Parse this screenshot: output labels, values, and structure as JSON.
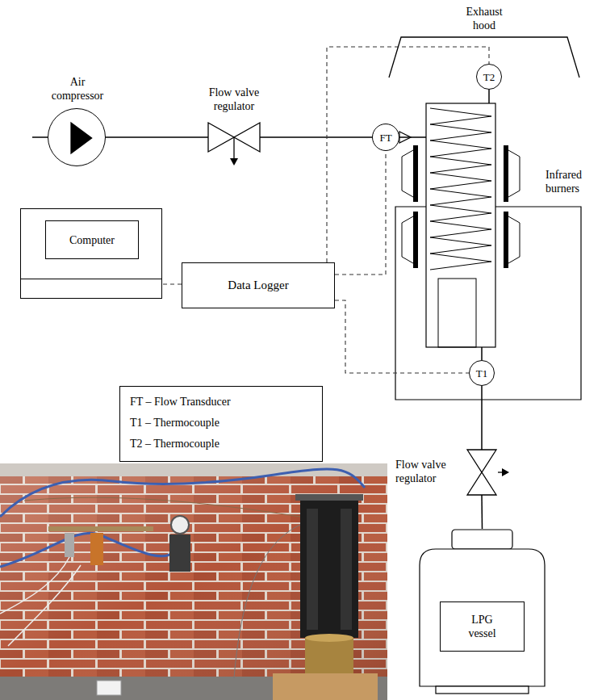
{
  "diagram": {
    "nodes": [
      {
        "text": [
          "Exhaust hood"
        ]
      },
      {
        "text": [
          "Air compressor"
        ]
      },
      {
        "text": [
          "Flow valve regulator"
        ]
      },
      {
        "text": [
          "FT"
        ]
      },
      {
        "text": [
          "T2"
        ]
      },
      {
        "text": [
          "Infrared burners"
        ]
      },
      {
        "text": [
          "Computer"
        ]
      },
      {
        "text": [
          "Data Logger"
        ]
      },
      {
        "text": [
          "T1"
        ]
      },
      {
        "text": [
          "FT – Flow Transducer",
          "T1 – Thermocouple",
          "T2 – Thermocouple"
        ]
      },
      {
        "text": [
          "Flow valve regulator"
        ]
      },
      {
        "text": [
          "LPG vessel"
        ]
      }
    ],
    "edges": [
      {
        "from": 1,
        "to": 2,
        "arrow": "none"
      },
      {
        "from": 2,
        "to": 3,
        "arrow": "none"
      },
      {
        "from": 3,
        "to": 5,
        "arrow": "none"
      },
      {
        "from": 7,
        "to": 6,
        "arrow": "none"
      },
      {
        "from": 7,
        "to": 3,
        "arrow": "none"
      },
      {
        "from": 7,
        "to": 4,
        "arrow": "none"
      },
      {
        "from": 7,
        "to": 8,
        "arrow": "none"
      },
      {
        "from": 4,
        "to": 5,
        "arrow": "none"
      },
      {
        "from": 8,
        "to": 5,
        "arrow": "none"
      },
      {
        "from": 11,
        "to": 10,
        "arrow": "none"
      },
      {
        "from": 10,
        "to": 8,
        "arrow": "none"
      }
    ]
  }
}
